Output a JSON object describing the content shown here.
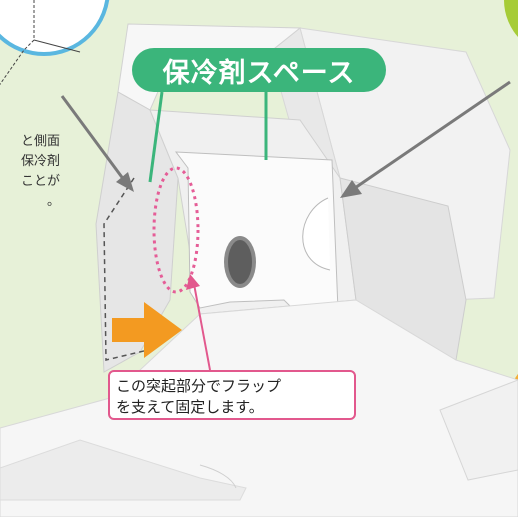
{
  "banner": {
    "label": "保冷剤スペース"
  },
  "side_note": {
    "lines": [
      "と側面",
      "保冷剤",
      "ことが",
      "。"
    ]
  },
  "callout": {
    "lines": [
      "この突起部分でフラップ",
      "を支えて固定します。"
    ]
  },
  "colors": {
    "background": "#e7f1d8",
    "banner_green": "#3bb57b",
    "callout_border": "#e2588d",
    "orange_arrow": "#f39a21",
    "inset_circle": "#5ab7e0",
    "grey_arrow": "#7a7a7a",
    "pink_dotted": "#e55d97",
    "lime_circle": "#a6cc37",
    "orange_circle": "#f3ae36"
  }
}
